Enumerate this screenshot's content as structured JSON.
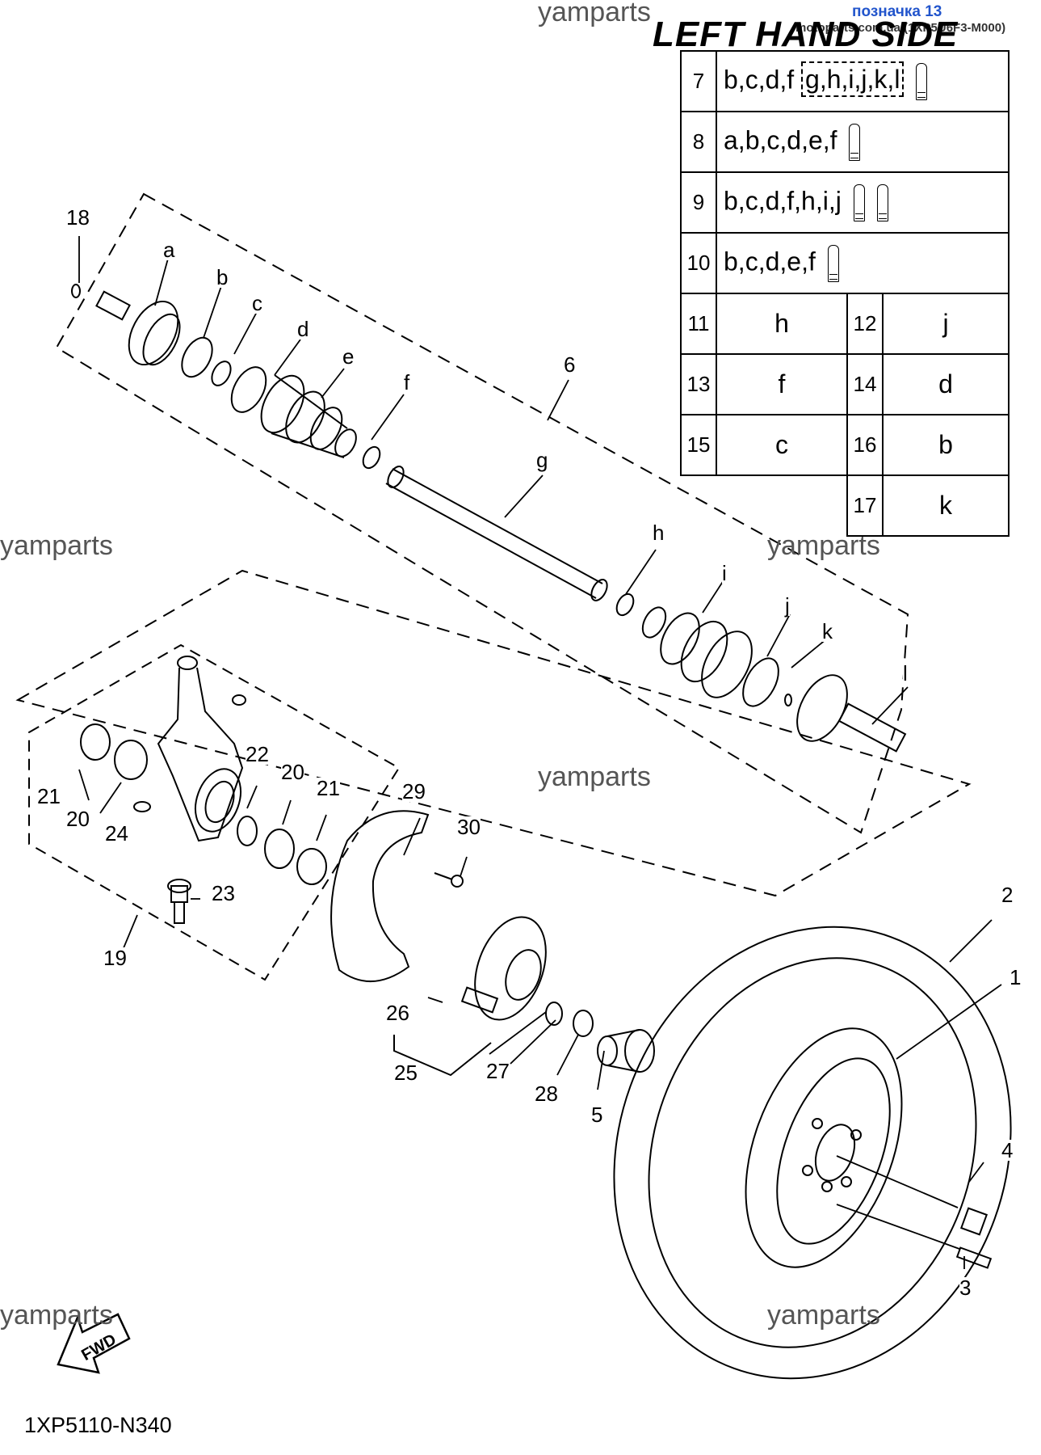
{
  "watermarks": [
    "yamparts",
    "yamparts",
    "yamparts",
    "yamparts",
    "yamparts",
    "yamparts"
  ],
  "marker_text": "позначка 13",
  "site_text": "motoparts.com.ua (1XP5U6F3-M000)",
  "heading": "LEFT HAND SIDE",
  "footer_code": "1XP5110-N340",
  "fwd_label": "FWD",
  "legend": {
    "rows": [
      {
        "num": "7",
        "codes": "b,c,d,f",
        "boxed": "g,h,i,j,k,l",
        "tubes": 1
      },
      {
        "num": "8",
        "codes": "a,b,c,d,e,f",
        "tubes": 1
      },
      {
        "num": "9",
        "codes": "b,c,d,f,h,i,j",
        "tubes": 2
      },
      {
        "num": "10",
        "codes": "b,c,d,e,f",
        "tubes": 1
      }
    ],
    "pairs": [
      {
        "n1": "11",
        "l1": "h",
        "n2": "12",
        "l2": "j"
      },
      {
        "n1": "13",
        "l1": "f",
        "n2": "14",
        "l2": "d"
      },
      {
        "n1": "15",
        "l1": "c",
        "n2": "16",
        "l2": "b"
      },
      {
        "n1": "",
        "l1": "",
        "n2": "17",
        "l2": "k"
      }
    ]
  },
  "callouts": {
    "c18": "18",
    "ca": "a",
    "cb": "b",
    "cc": "c",
    "cd": "d",
    "ce": "e",
    "cf": "f",
    "c6": "6",
    "cg": "g",
    "ch": "h",
    "ci": "i",
    "cj": "j",
    "ck": "k",
    "cl": "l",
    "c22": "22",
    "c20a": "20",
    "c21a": "21",
    "c21b": "21",
    "c20b": "20",
    "c24": "24",
    "c23": "23",
    "c19": "19",
    "c29": "29",
    "c30": "30",
    "c26": "26",
    "c25": "25",
    "c27": "27",
    "c28": "28",
    "c5": "5",
    "c2": "2",
    "c1": "1",
    "c4": "4",
    "c3": "3"
  }
}
